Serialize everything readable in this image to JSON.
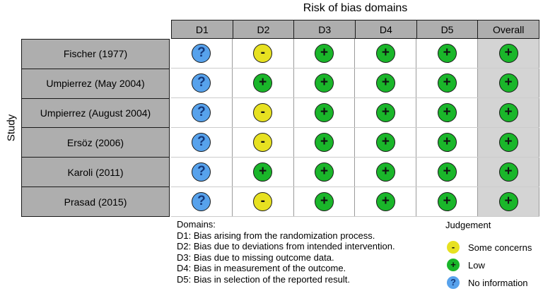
{
  "chart_data": {
    "type": "table",
    "title": "Risk of bias domains",
    "row_axis_label": "Study",
    "columns": [
      "D1",
      "D2",
      "D3",
      "D4",
      "D5",
      "Overall"
    ],
    "rows": [
      {
        "study": "Fischer (1977)",
        "cells": [
          {
            "judgement": "No information",
            "symbol": "?",
            "code": "ni"
          },
          {
            "judgement": "Some concerns",
            "symbol": "-",
            "code": "sc"
          },
          {
            "judgement": "Low",
            "symbol": "+",
            "code": "low"
          },
          {
            "judgement": "Low",
            "symbol": "+",
            "code": "low"
          },
          {
            "judgement": "Low",
            "symbol": "+",
            "code": "low"
          },
          {
            "judgement": "Low",
            "symbol": "+",
            "code": "low"
          }
        ]
      },
      {
        "study": "Umpierrez (May 2004)",
        "cells": [
          {
            "judgement": "No information",
            "symbol": "?",
            "code": "ni"
          },
          {
            "judgement": "Low",
            "symbol": "+",
            "code": "low"
          },
          {
            "judgement": "Low",
            "symbol": "+",
            "code": "low"
          },
          {
            "judgement": "Low",
            "symbol": "+",
            "code": "low"
          },
          {
            "judgement": "Low",
            "symbol": "+",
            "code": "low"
          },
          {
            "judgement": "Low",
            "symbol": "+",
            "code": "low"
          }
        ]
      },
      {
        "study": "Umpierrez (August 2004)",
        "cells": [
          {
            "judgement": "No information",
            "symbol": "?",
            "code": "ni"
          },
          {
            "judgement": "Some concerns",
            "symbol": "-",
            "code": "sc"
          },
          {
            "judgement": "Low",
            "symbol": "+",
            "code": "low"
          },
          {
            "judgement": "Low",
            "symbol": "+",
            "code": "low"
          },
          {
            "judgement": "Low",
            "symbol": "+",
            "code": "low"
          },
          {
            "judgement": "Low",
            "symbol": "+",
            "code": "low"
          }
        ]
      },
      {
        "study": "Ersöz (2006)",
        "cells": [
          {
            "judgement": "No information",
            "symbol": "?",
            "code": "ni"
          },
          {
            "judgement": "Some concerns",
            "symbol": "-",
            "code": "sc"
          },
          {
            "judgement": "Low",
            "symbol": "+",
            "code": "low"
          },
          {
            "judgement": "Low",
            "symbol": "+",
            "code": "low"
          },
          {
            "judgement": "Low",
            "symbol": "+",
            "code": "low"
          },
          {
            "judgement": "Low",
            "symbol": "+",
            "code": "low"
          }
        ]
      },
      {
        "study": "Karoli (2011)",
        "cells": [
          {
            "judgement": "No information",
            "symbol": "?",
            "code": "ni"
          },
          {
            "judgement": "Low",
            "symbol": "+",
            "code": "low"
          },
          {
            "judgement": "Low",
            "symbol": "+",
            "code": "low"
          },
          {
            "judgement": "Low",
            "symbol": "+",
            "code": "low"
          },
          {
            "judgement": "Low",
            "symbol": "+",
            "code": "low"
          },
          {
            "judgement": "Low",
            "symbol": "+",
            "code": "low"
          }
        ]
      },
      {
        "study": "Prasad (2015)",
        "cells": [
          {
            "judgement": "No information",
            "symbol": "?",
            "code": "ni"
          },
          {
            "judgement": "Some concerns",
            "symbol": "-",
            "code": "sc"
          },
          {
            "judgement": "Low",
            "symbol": "+",
            "code": "low"
          },
          {
            "judgement": "Low",
            "symbol": "+",
            "code": "low"
          },
          {
            "judgement": "Low",
            "symbol": "+",
            "code": "low"
          },
          {
            "judgement": "Low",
            "symbol": "+",
            "code": "low"
          }
        ]
      }
    ]
  },
  "legend": {
    "domains": {
      "heading": "Domains:",
      "items": [
        "D1: Bias arising from the randomization process.",
        "D2: Bias due to deviations from intended intervention.",
        "D3: Bias due to missing outcome data.",
        "D4: Bias in measurement of the outcome.",
        "D5: Bias in selection of the reported result."
      ]
    },
    "judgement": {
      "heading": "Judgement",
      "items": [
        {
          "label": "Some concerns",
          "symbol": "-",
          "code": "sc"
        },
        {
          "label": "Low",
          "symbol": "+",
          "code": "low"
        },
        {
          "label": "No information",
          "symbol": "?",
          "code": "ni"
        }
      ]
    }
  },
  "colors": {
    "low": "#1ab62a",
    "some_concerns": "#e7e121",
    "no_information": "#57a2ec",
    "question_mark_text": "#15397c",
    "header_bg": "#aeaeae",
    "overall_column_bg": "#d4d4d4"
  }
}
